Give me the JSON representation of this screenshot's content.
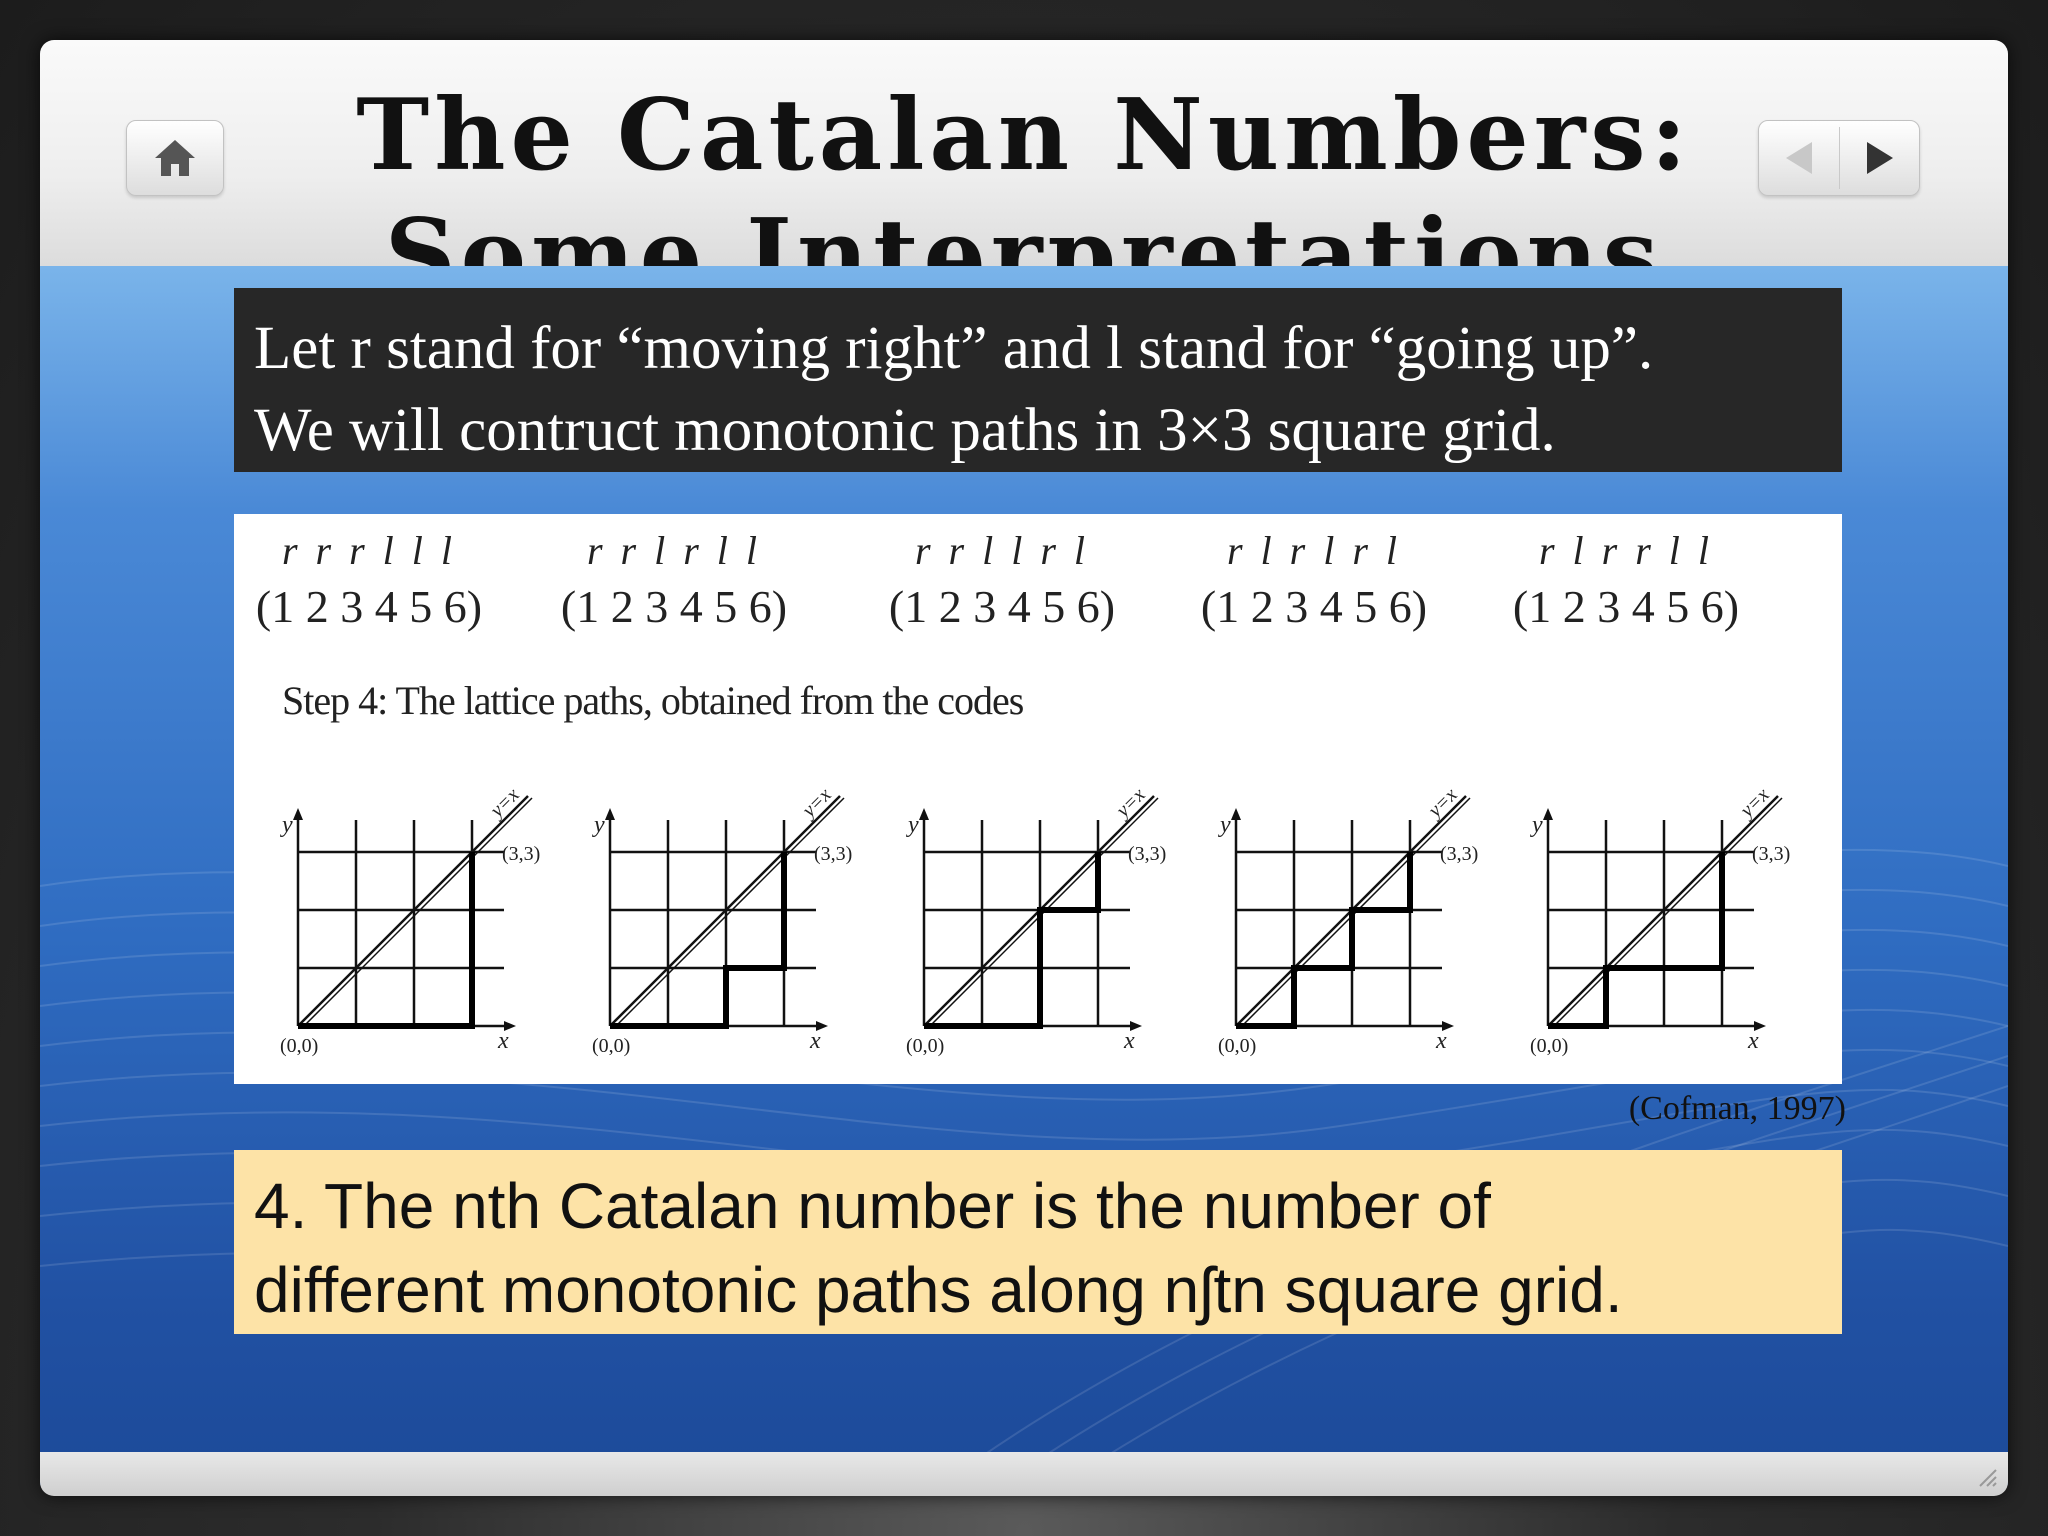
{
  "slide": {
    "title_line1": "The Catalan Numbers:",
    "title_line2": "Some Interpretations",
    "intro_line1": "Let r stand for “moving right” and l stand for “going up”.",
    "intro_line2": "We will contruct monotonic paths in 3×3 square grid.",
    "citation": "(Cofman, 1997)",
    "statement_line1": "4. The nth Catalan number is the number of",
    "statement_line2": "different monotonic paths along nʃtn square grid."
  },
  "navigation": {
    "home_icon": "home-icon",
    "prev_icon": "previous-arrow-icon",
    "next_icon": "next-arrow-icon"
  },
  "figure": {
    "step_caption": "Step 4: The lattice paths, obtained from the codes",
    "index_row": "(1 2 3 4 5 6)",
    "axis_y": "y",
    "axis_x": "x",
    "origin_label": "(0,0)",
    "end_label": "(3,3)",
    "diagonal_label": "y=x",
    "paths": [
      {
        "code": "r r r l l l",
        "moves": "rrrlll"
      },
      {
        "code": "r r l r l l",
        "moves": "rrlrll"
      },
      {
        "code": "r r l l r l",
        "moves": "rrllrl"
      },
      {
        "code": "r l r l r l",
        "moves": "rlrlrl"
      },
      {
        "code": "r l r r l l",
        "moves": "rlrrll"
      }
    ]
  },
  "colors": {
    "intro_bg": "#272727",
    "statement_bg": "#fde3a7",
    "slide_bg": "#2f6cc1"
  }
}
